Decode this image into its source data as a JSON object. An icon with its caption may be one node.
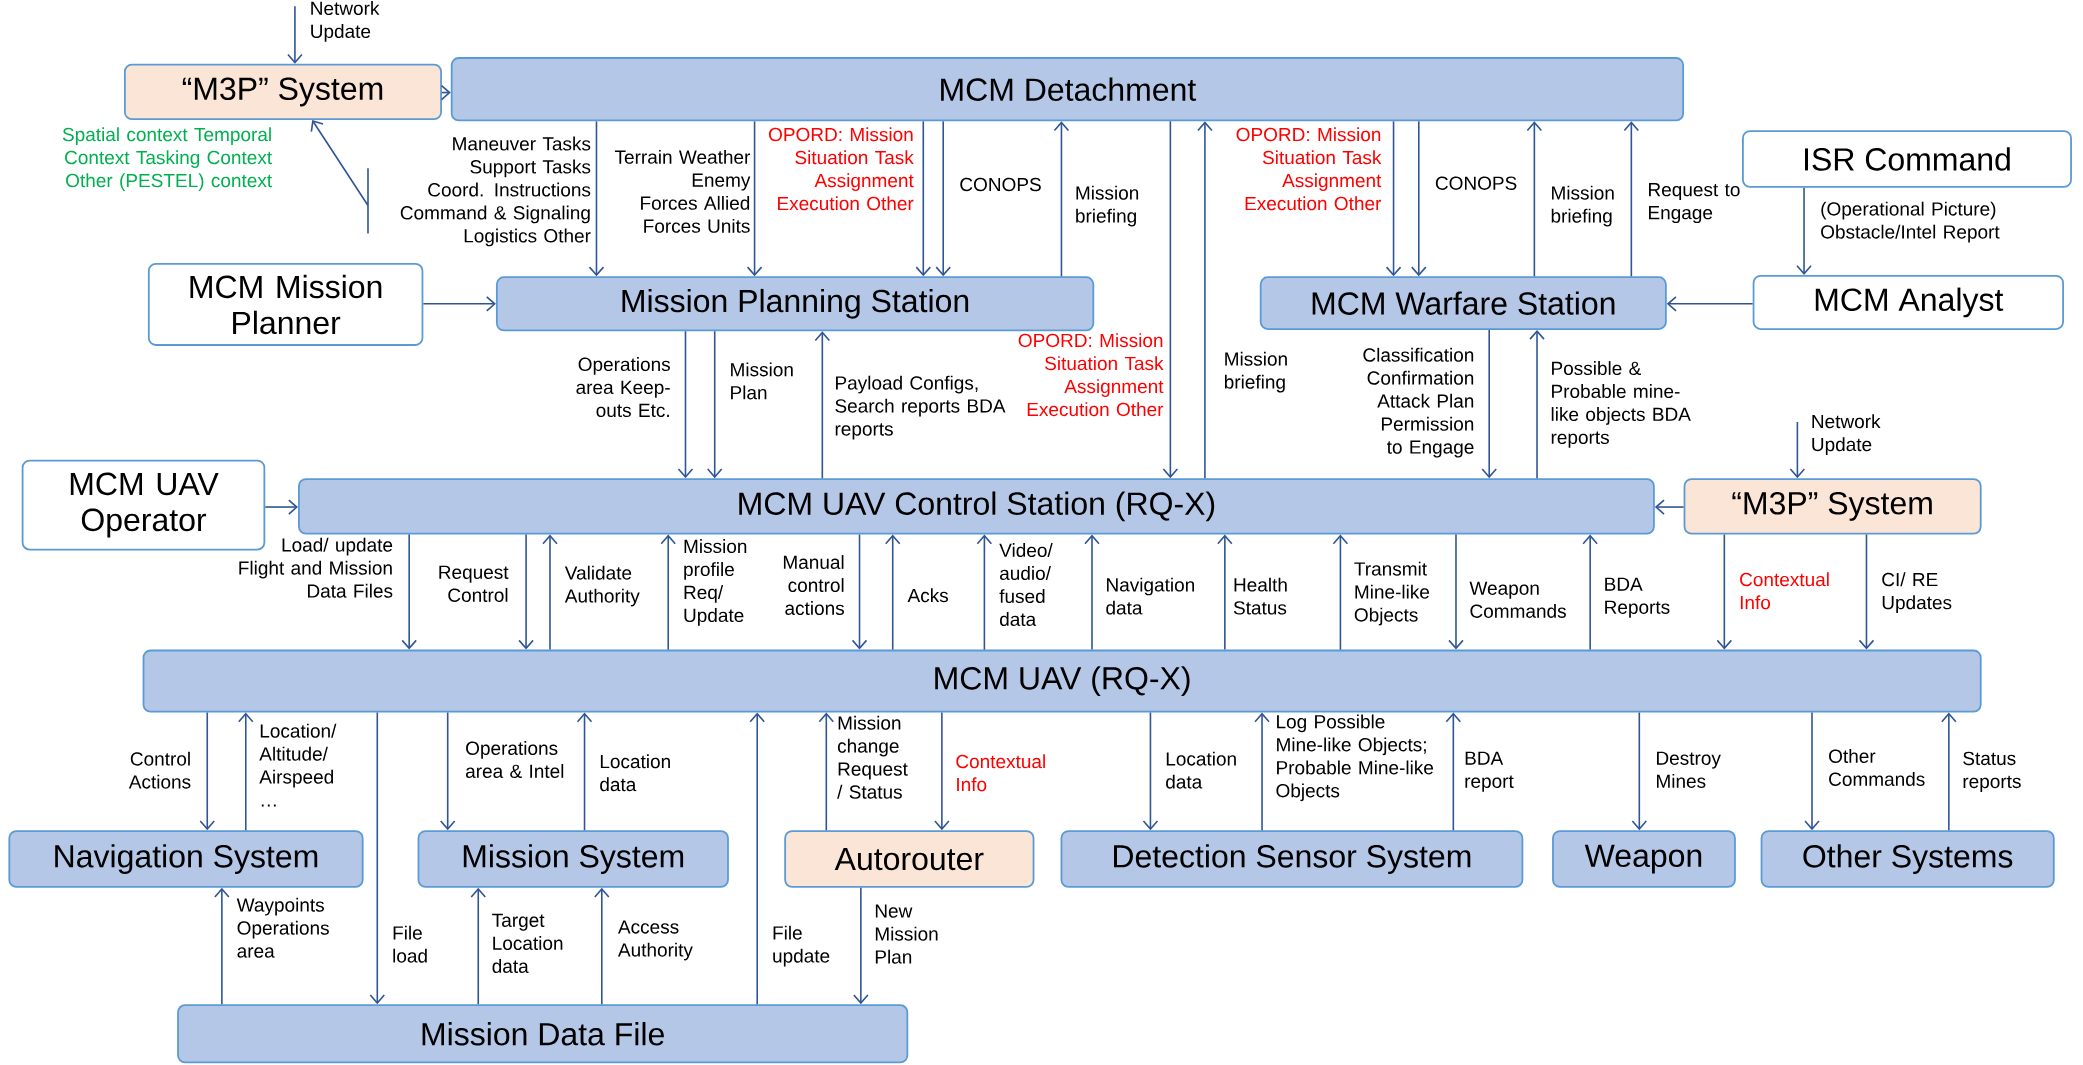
{
  "diagram": {
    "nodes": [
      {
        "text": [
          "“M3P” System"
        ]
      },
      {
        "text": [
          "MCM Detachment"
        ]
      },
      {
        "text": [
          "MCM Mission Planner"
        ]
      },
      {
        "text": [
          "Mission Planning Station"
        ]
      },
      {
        "text": [
          "MCM Warfare Station"
        ]
      },
      {
        "text": [
          "ISR Command"
        ]
      },
      {
        "text": [
          "MCM Analyst"
        ]
      },
      {
        "text": [
          "MCM UAV Operator"
        ]
      },
      {
        "text": [
          "MCM UAV Control Station (RQ-X)"
        ]
      },
      {
        "text": [
          "“M3P” System"
        ]
      },
      {
        "text": [
          "MCM UAV (RQ-X)"
        ]
      },
      {
        "text": [
          "Navigation System"
        ]
      },
      {
        "text": [
          "Mission System"
        ]
      },
      {
        "text": [
          "Autorouter"
        ]
      },
      {
        "text": [
          "Detection Sensor System"
        ]
      },
      {
        "text": [
          "Weapon"
        ]
      },
      {
        "text": [
          "Other Systems"
        ]
      },
      {
        "text": [
          "Mission Data File"
        ]
      }
    ],
    "edges": [
      {
        "from": null,
        "to": 0,
        "arrow": "to",
        "label": "Network Update"
      },
      {
        "from": 0,
        "to": 1,
        "arrow": "to"
      },
      {
        "from": null,
        "to": 0,
        "arrow": "to",
        "label": "Spatial context Temporal Context Tasking Context Other (PESTEL) context"
      },
      {
        "from": 1,
        "to": 3,
        "arrow": "to",
        "label": "Maneuver Tasks Support Tasks Coord. Instructions Command & Signaling Logistics Other"
      },
      {
        "from": 1,
        "to": 3,
        "arrow": "to",
        "label": "Terrain Weather Enemy Forces Allied Forces Units"
      },
      {
        "from": 1,
        "to": 3,
        "arrow": "to",
        "label": "OPORD: Mission Situation Task Assignment Execution Other"
      },
      {
        "from": 1,
        "to": 3,
        "arrow": "to",
        "label": "CONOPS"
      },
      {
        "from": 3,
        "to": 1,
        "arrow": "to",
        "label": "Mission briefing"
      },
      {
        "from": 1,
        "to": 8,
        "arrow": "to",
        "label": "OPORD: Mission Situation Task Assignment Execution Other"
      },
      {
        "from": 8,
        "to": 1,
        "arrow": "to",
        "label": "Mission briefing"
      },
      {
        "from": 1,
        "to": 4,
        "arrow": "to",
        "label": "OPORD: Mission Situation Task Assignment Execution Other"
      },
      {
        "from": 1,
        "to": 4,
        "arrow": "to",
        "label": "CONOPS"
      },
      {
        "from": 4,
        "to": 1,
        "arrow": "to",
        "label": "Mission briefing"
      },
      {
        "from": 4,
        "to": 1,
        "arrow": "to",
        "label": "Request to Engage"
      },
      {
        "from": 5,
        "to": 6,
        "arrow": "to",
        "label": "(Operational Picture) Obstacle/Intel Report"
      },
      {
        "from": 6,
        "to": 4,
        "arrow": "to"
      },
      {
        "from": 2,
        "to": 3,
        "arrow": "to"
      },
      {
        "from": 3,
        "to": 8,
        "arrow": "to",
        "label": "Operations area Keep-outs Etc."
      },
      {
        "from": 3,
        "to": 8,
        "arrow": "to",
        "label": "Mission Plan"
      },
      {
        "from": 8,
        "to": 3,
        "arrow": "to",
        "label": "Payload Configs, Search reports BDA reports"
      },
      {
        "from": 4,
        "to": 8,
        "arrow": "to",
        "label": "Classification Confirmation Attack Plan Permission to Engage"
      },
      {
        "from": 8,
        "to": 4,
        "arrow": "to",
        "label": "Possible & Probable mine-like objects BDA reports"
      },
      {
        "from": null,
        "to": 9,
        "arrow": "to",
        "label": "Network Update"
      },
      {
        "from": 7,
        "to": 8,
        "arrow": "to"
      },
      {
        "from": 9,
        "to": 8,
        "arrow": "to"
      },
      {
        "from": 8,
        "to": 10,
        "arrow": "to",
        "label": "Load/ update Flight and Mission Data Files"
      },
      {
        "from": 8,
        "to": 10,
        "arrow": "to",
        "label": "Request Control"
      },
      {
        "from": 10,
        "to": 8,
        "arrow": "to",
        "label": "Validate Authority"
      },
      {
        "from": 10,
        "to": 8,
        "arrow": "to",
        "label": "Mission profile Req/ Update"
      },
      {
        "from": 8,
        "to": 10,
        "arrow": "to",
        "label": "Manual control actions"
      },
      {
        "from": 10,
        "to": 8,
        "arrow": "to",
        "label": "Acks"
      },
      {
        "from": 10,
        "to": 8,
        "arrow": "to",
        "label": "Video/ audio/ fused data"
      },
      {
        "from": 10,
        "to": 8,
        "arrow": "to",
        "label": "Navigation data"
      },
      {
        "from": 10,
        "to": 8,
        "arrow": "to",
        "label": "Health Status"
      },
      {
        "from": 10,
        "to": 8,
        "arrow": "to",
        "label": "Transmit Mine-like Objects"
      },
      {
        "from": 8,
        "to": 10,
        "arrow": "to",
        "label": "Weapon Commands"
      },
      {
        "from": 10,
        "to": 8,
        "arrow": "to",
        "label": "BDA Reports"
      },
      {
        "from": 9,
        "to": 10,
        "arrow": "to",
        "label": "Contextual Info"
      },
      {
        "from": 9,
        "to": 10,
        "arrow": "to",
        "label": "CI/ RE Updates"
      },
      {
        "from": 10,
        "to": 11,
        "arrow": "to",
        "label": "Control Actions"
      },
      {
        "from": 11,
        "to": 10,
        "arrow": "to",
        "label": "Location/ Altitude/ Airspeed …"
      },
      {
        "from": 10,
        "to": 17,
        "arrow": "to",
        "label": "File load"
      },
      {
        "from": 10,
        "to": 12,
        "arrow": "to",
        "label": "Operations area & Intel"
      },
      {
        "from": 12,
        "to": 10,
        "arrow": "to",
        "label": "Location data"
      },
      {
        "from": 17,
        "to": 10,
        "arrow": "to",
        "label": "File update"
      },
      {
        "from": 13,
        "to": 10,
        "arrow": "to",
        "label": "Mission change Request / Status"
      },
      {
        "from": 10,
        "to": 13,
        "arrow": "to",
        "label": "Contextual Info"
      },
      {
        "from": 10,
        "to": 14,
        "arrow": "to",
        "label": "Location data"
      },
      {
        "from": 14,
        "to": 10,
        "arrow": "to",
        "label": "Log Possible Mine-like Objects; Probable Mine-like Objects"
      },
      {
        "from": 14,
        "to": 10,
        "arrow": "to",
        "label": "BDA report"
      },
      {
        "from": 10,
        "to": 15,
        "arrow": "to",
        "label": "Destroy Mines"
      },
      {
        "from": 10,
        "to": 16,
        "arrow": "to",
        "label": "Other Commands"
      },
      {
        "from": 16,
        "to": 10,
        "arrow": "to",
        "label": "Status reports"
      },
      {
        "from": 17,
        "to": 11,
        "arrow": "to",
        "label": "Waypoints Operations area"
      },
      {
        "from": 17,
        "to": 12,
        "arrow": "to",
        "label": "Target Location data"
      },
      {
        "from": 17,
        "to": 12,
        "arrow": "to",
        "label": "Access Authority"
      },
      {
        "from": 13,
        "to": 17,
        "arrow": "to",
        "label": "New Mission Plan"
      }
    ]
  }
}
